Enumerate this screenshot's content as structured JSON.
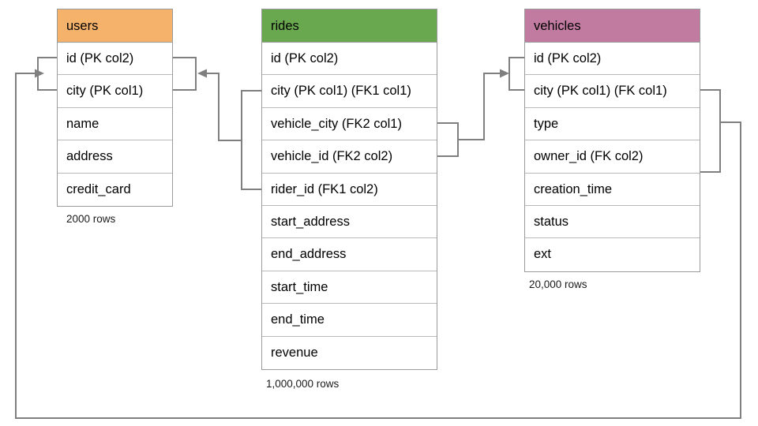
{
  "diagram": {
    "type": "entity-relationship-diagram",
    "background_color": "#ffffff",
    "connector_color": "#7f7f7f"
  },
  "entities": [
    {
      "name": "users",
      "header_color": "#f5b26b",
      "row_count_label": "2000 rows",
      "fields": [
        "id (PK col2)",
        "city (PK col1)",
        "name",
        "address",
        "credit_card"
      ]
    },
    {
      "name": "rides",
      "header_color": "#6aa84f",
      "row_count_label": "1,000,000 rows",
      "fields": [
        "id (PK col2)",
        "city (PK col1) (FK1 col1)",
        "vehicle_city (FK2 col1)",
        "vehicle_id (FK2 col2)",
        "rider_id (FK1 col2)",
        "start_address",
        "end_address",
        "start_time",
        "end_time",
        "revenue"
      ]
    },
    {
      "name": "vehicles",
      "header_color": "#c27ba0",
      "row_count_label": "20,000 rows",
      "fields": [
        "id (PK col2)",
        "city (PK col1) (FK col1)",
        "type",
        "owner_id (FK col2)",
        "creation_time",
        "status",
        "ext"
      ]
    }
  ],
  "relationships": [
    {
      "name": "rides-fk1-to-users",
      "from_entity": "rides",
      "from_fields": [
        "city (PK col1) (FK1 col1)",
        "rider_id (FK1 col2)"
      ],
      "to_entity": "users",
      "to_fields": [
        "id (PK col2)",
        "city (PK col1)"
      ],
      "arrow_direction": "left"
    },
    {
      "name": "rides-fk2-to-vehicles",
      "from_entity": "rides",
      "from_fields": [
        "vehicle_city (FK2 col1)",
        "vehicle_id (FK2 col2)"
      ],
      "to_entity": "vehicles",
      "to_fields": [
        "id (PK col2)",
        "city (PK col1) (FK col1)"
      ],
      "arrow_direction": "right"
    },
    {
      "name": "vehicles-fk-to-users",
      "from_entity": "vehicles",
      "from_fields": [
        "city (PK col1) (FK col1)",
        "owner_id (FK col2)"
      ],
      "to_entity": "users",
      "to_fields": [
        "id (PK col2)",
        "city (PK col1)"
      ],
      "arrow_direction": "left"
    }
  ]
}
